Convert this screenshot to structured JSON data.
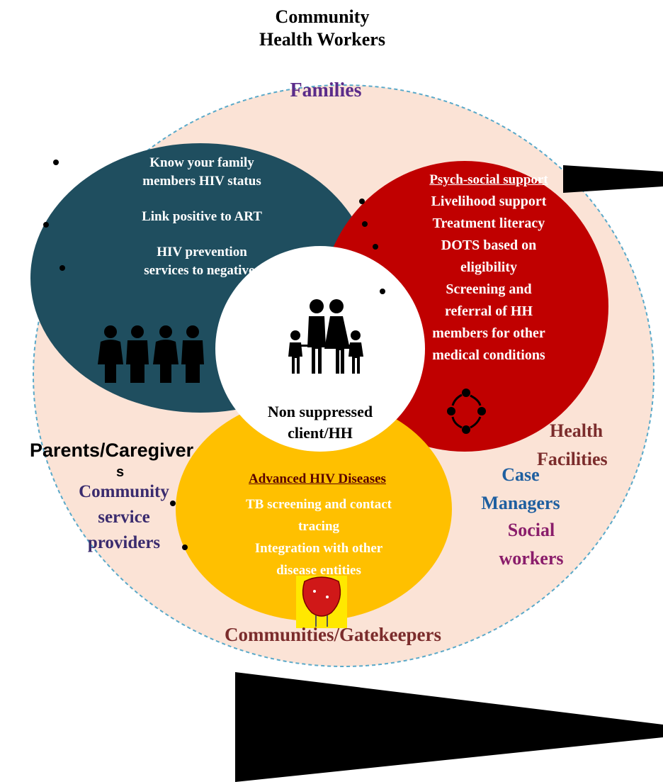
{
  "top_title": [
    "Community",
    "Health Workers"
  ],
  "families_label": "Families",
  "blue_circle": {
    "items": [
      "Know your family",
      "members HIV status",
      "Link positive to ART",
      "HIV  prevention",
      "services to negatives"
    ]
  },
  "red_circle": {
    "heading": "Psych-social support",
    "items": [
      "Livelihood support",
      "Treatment literacy",
      "DOTS based on",
      "eligibility",
      "Screening and",
      "referral of HH",
      "members for other",
      "medical conditions"
    ]
  },
  "yellow_circle": {
    "heading": "Advanced HIV Diseases",
    "items": [
      "TB screening and contact",
      "tracing",
      "Integration with other",
      "disease entities"
    ]
  },
  "center_label": [
    "Non suppressed",
    "client/HH"
  ],
  "parents_label": [
    "Parents/Caregiver",
    "s"
  ],
  "community_providers": [
    "Community",
    "service",
    "providers"
  ],
  "health_facilities": [
    "Health",
    "Facilities"
  ],
  "case_managers": [
    "Case",
    "Managers"
  ],
  "social_workers": [
    "Social",
    "workers"
  ],
  "communities_label": "Communities/Gatekeepers",
  "colors": {
    "background_circle": "#fbe3d6",
    "blue": "#1f4e5f",
    "red": "#c00000",
    "yellow": "#ffc000",
    "purple": "#5b2c8a",
    "brown": "#7b2c2c",
    "navy": "#1f3a6e",
    "steel_blue": "#1f5fa0",
    "magenta": "#8a1d6b"
  },
  "icons": [
    "family-icon",
    "people-group-icon",
    "cycle-arrows-icon",
    "red-badge-icon"
  ]
}
